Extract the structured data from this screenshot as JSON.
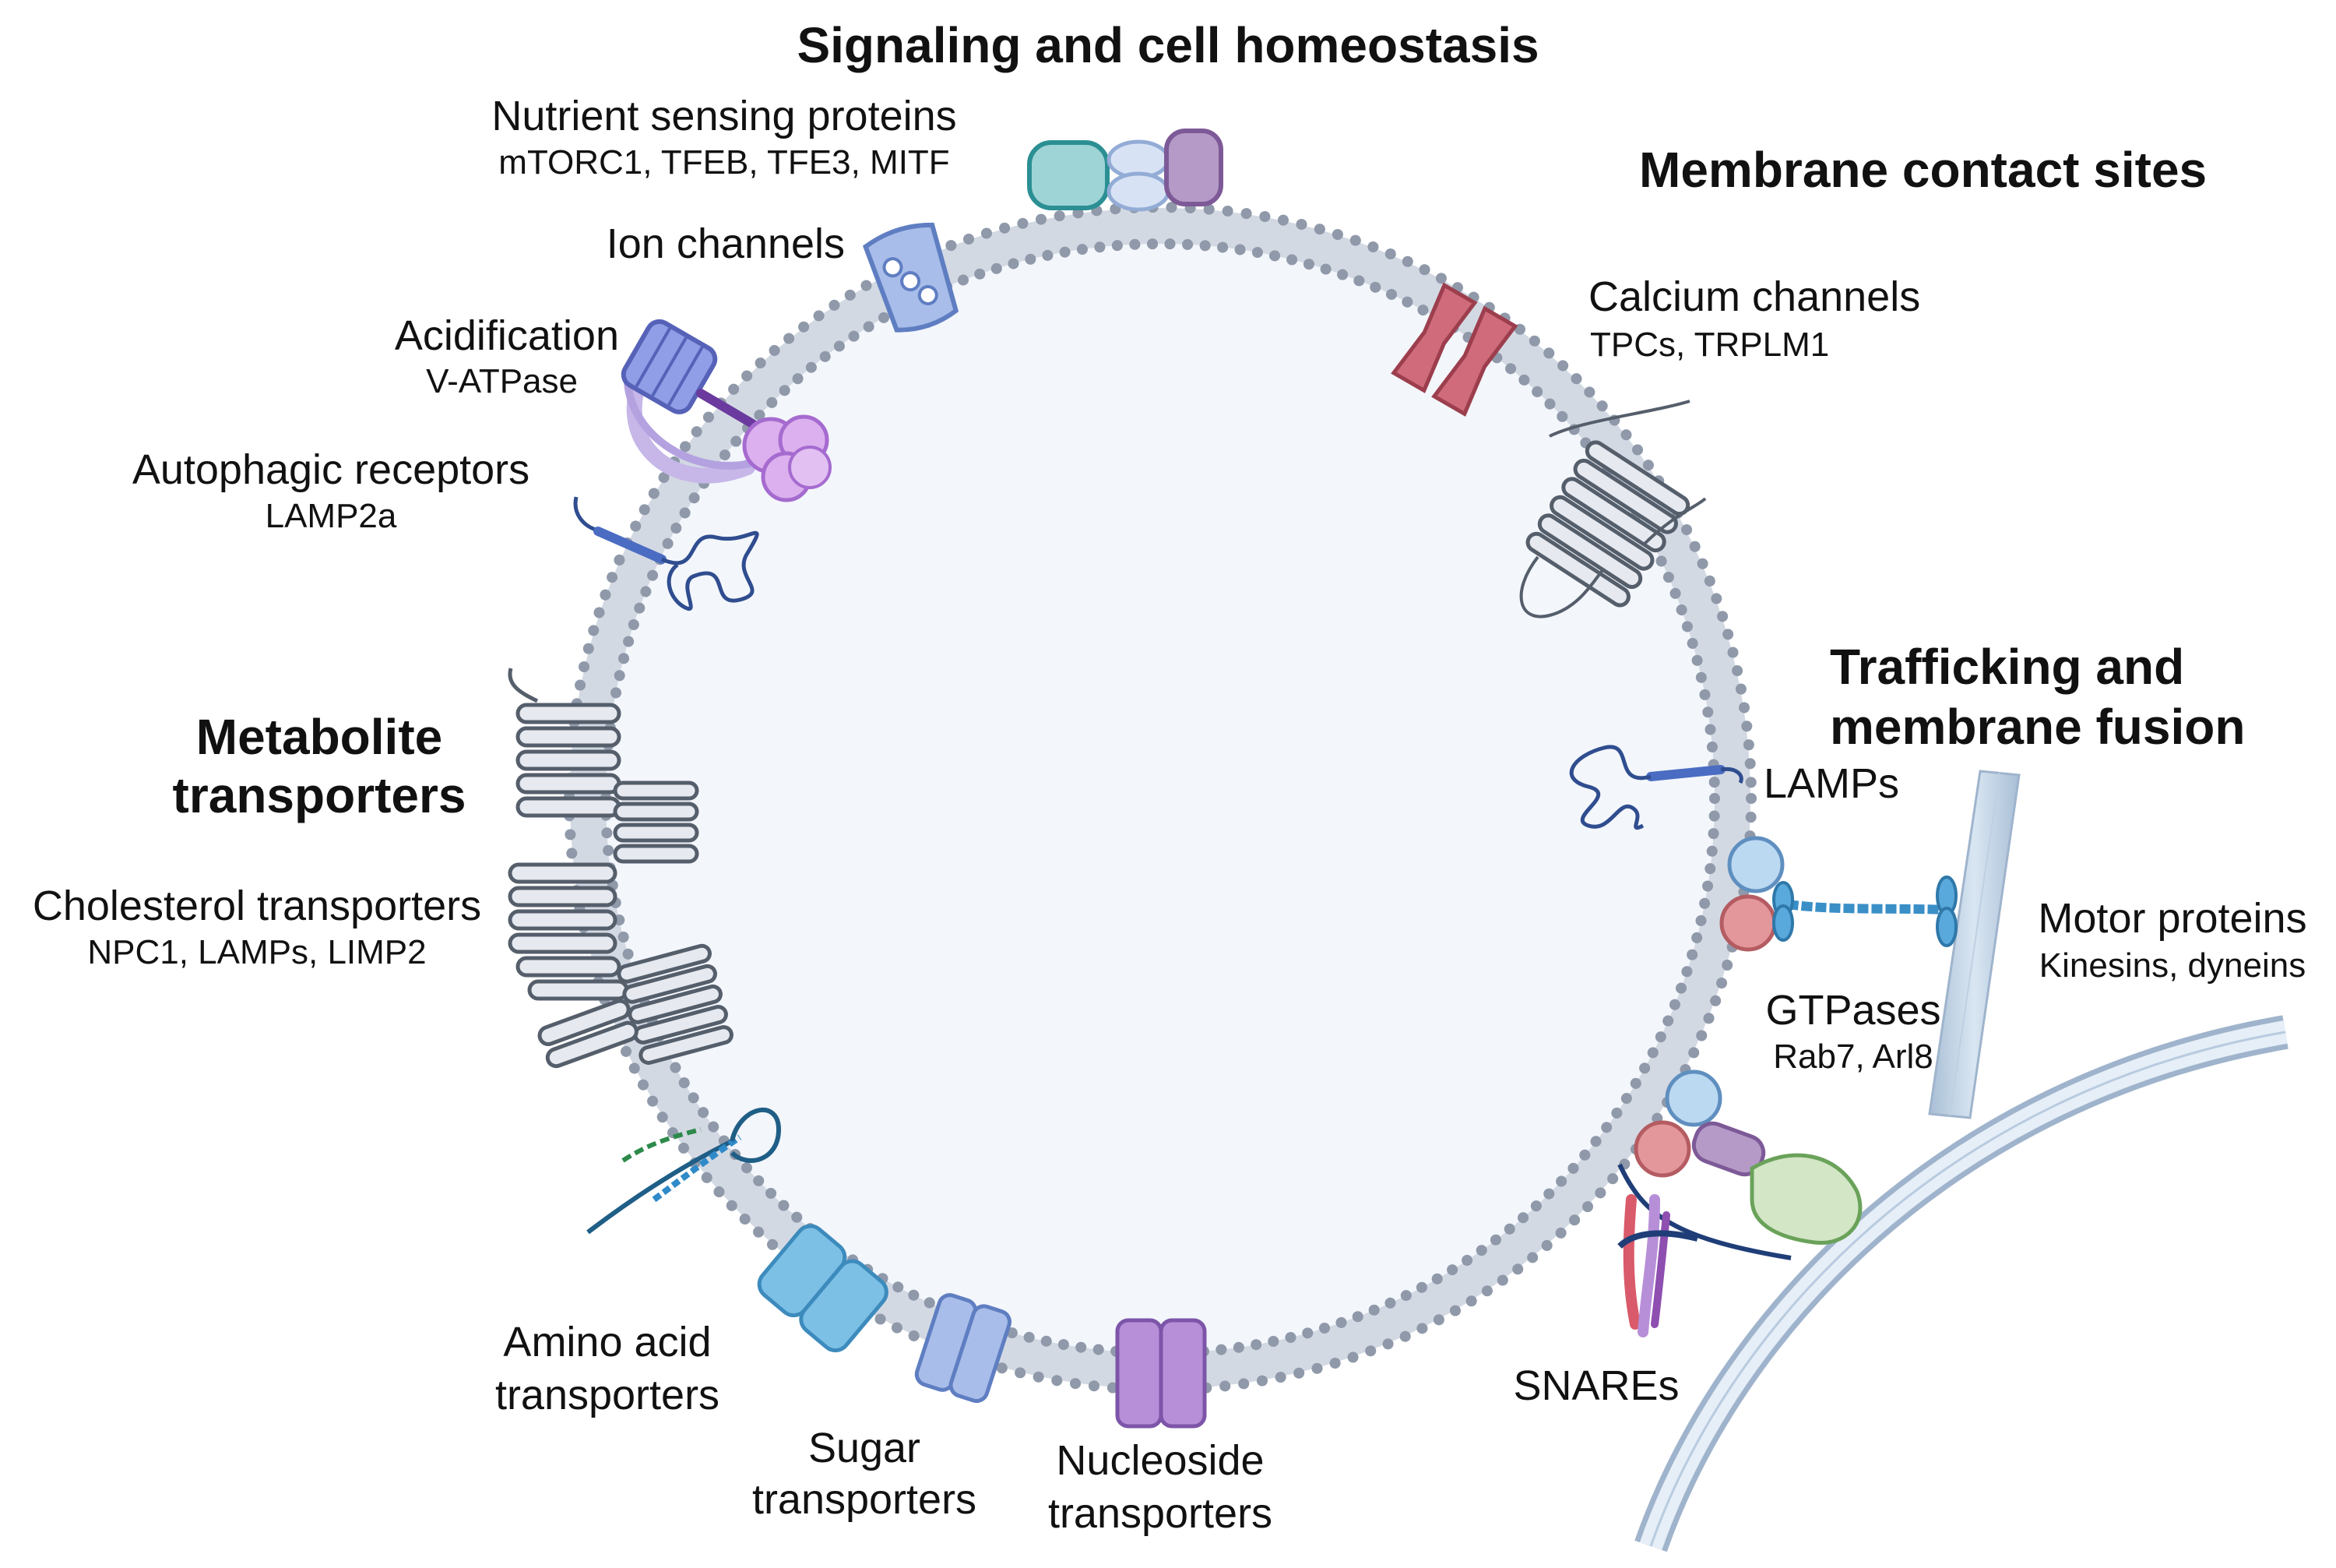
{
  "headings": {
    "signaling": "Signaling and cell homeostasis",
    "contact_sites": "Membrane contact sites",
    "trafficking_line1": "Trafficking and",
    "trafficking_line2": "membrane fusion",
    "metabolite_line1": "Metabolite",
    "metabolite_line2": "transporters"
  },
  "labels": {
    "nutrient_title": "Nutrient sensing proteins",
    "nutrient_sub": "mTORC1, TFEB, TFE3, MITF",
    "ion_channels": "Ion channels",
    "acidification_title": "Acidification",
    "acidification_sub": "V-ATPase",
    "autophagic_title": "Autophagic receptors",
    "autophagic_sub": "LAMP2a",
    "calcium_title": "Calcium channels",
    "calcium_sub": "TPCs, TRPLM1",
    "cholesterol_title": "Cholesterol transporters",
    "cholesterol_sub": "NPC1, LAMPs, LIMP2",
    "lamps": "LAMPs",
    "motor_title": "Motor proteins",
    "motor_sub": "Kinesins, dyneins",
    "gtpases_title": "GTPases",
    "gtpases_sub": "Rab7, Arl8",
    "snares": "SNAREs",
    "amino_line1": "Amino acid",
    "amino_line2": "transporters",
    "sugar_line1": "Sugar",
    "sugar_line2": "transporters",
    "nucleoside_line1": "Nucleoside",
    "nucleoside_line2": "transporters"
  },
  "colors": {
    "membrane_head": "#8c96a6",
    "membrane_tail": "#cdd3de",
    "lumen": "#f3f6fb",
    "teal": "#9fd4d6",
    "purple": "#b59ac7",
    "light_blue": "#b6cdec",
    "pink": "#c9606e",
    "sky": "#7cc0e6",
    "violet": "#b78fd8",
    "salmon": "#e3979a",
    "green": "#d3e6c6"
  }
}
